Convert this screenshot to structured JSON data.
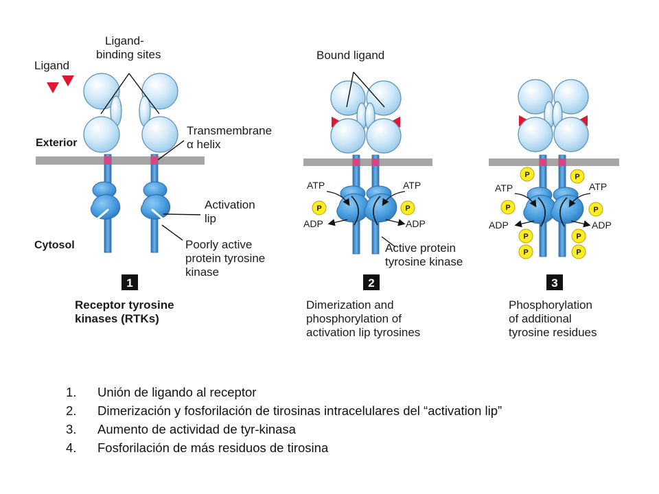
{
  "labels": {
    "ligand_binding_sites": [
      "Ligand-",
      "binding sites"
    ],
    "ligand": "Ligand",
    "exterior": "Exterior",
    "cytosol": "Cytosol",
    "transmembrane": [
      "Transmembrane",
      "α helix"
    ],
    "activation_lip": [
      "Activation",
      "lip"
    ],
    "poorly_active": [
      "Poorly active",
      "protein tyrosine",
      "kinase"
    ],
    "bound_ligand": "Bound ligand",
    "active_kinase": [
      "Active protein",
      "tyrosine kinase"
    ],
    "atp": "ATP",
    "adp": "ADP",
    "p": "P"
  },
  "panels": [
    {
      "number": "1",
      "caption": [
        "Receptor tyrosine",
        "kinases (RTKs)"
      ]
    },
    {
      "number": "2",
      "caption": [
        "Dimerization and",
        "phosphorylation of",
        "activation lip tyrosines"
      ]
    },
    {
      "number": "3",
      "caption": [
        "Phosphorylation",
        "of additional",
        "tyrosine residues"
      ]
    }
  ],
  "steps": [
    {
      "number": "1.",
      "text": "Unión de ligando al receptor"
    },
    {
      "number": "2.",
      "text": "Dimerización y fosforilación de tirosinas intracelulares del “activation lip”"
    },
    {
      "number": "3.",
      "text": "Aumento de actividad de tyr-kinasa"
    },
    {
      "number": "4.",
      "text": "Fosforilación de más residuos de tirosina"
    }
  ],
  "colors": {
    "receptor": "#bfe0f6",
    "receptor_stroke": "#5a8fb6",
    "kinase": "#4a9ee0",
    "stalk": "#3d7fc1",
    "membrane": "#a6a6a6",
    "tm_helix": "#d9467f",
    "ligand": "#e0172e",
    "phosphate": "#ffec22",
    "panel_badge": "#111111"
  }
}
